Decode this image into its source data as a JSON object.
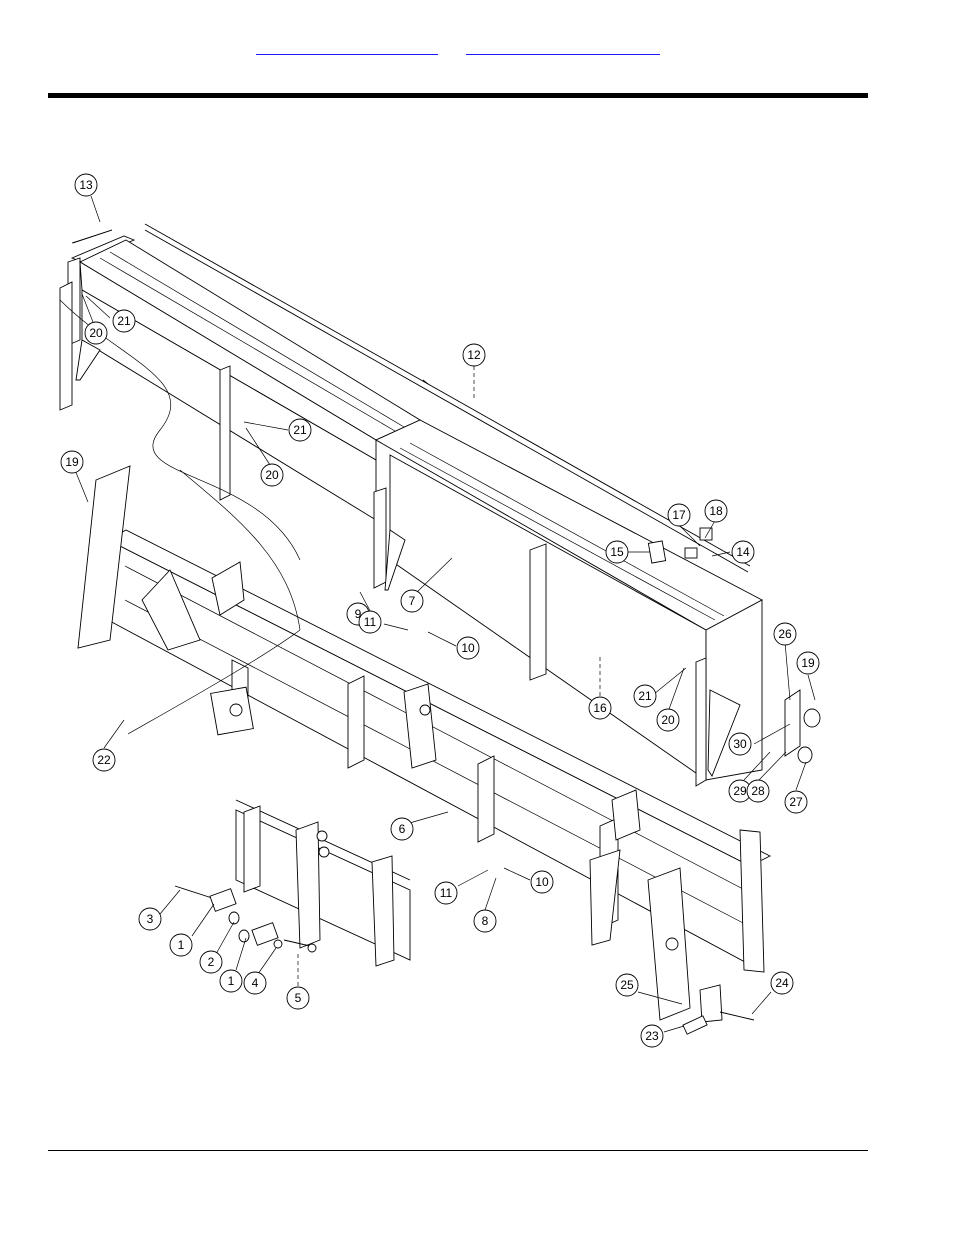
{
  "header": {
    "link_left": "",
    "link_right": ""
  },
  "callouts": [
    {
      "id": "13",
      "label": "13"
    },
    {
      "id": "21a",
      "label": "21"
    },
    {
      "id": "20a",
      "label": "20"
    },
    {
      "id": "12",
      "label": "12"
    },
    {
      "id": "21b",
      "label": "21"
    },
    {
      "id": "20b",
      "label": "20"
    },
    {
      "id": "19a",
      "label": "19"
    },
    {
      "id": "17",
      "label": "17"
    },
    {
      "id": "18",
      "label": "18"
    },
    {
      "id": "15",
      "label": "15"
    },
    {
      "id": "14",
      "label": "14"
    },
    {
      "id": "7",
      "label": "7"
    },
    {
      "id": "9",
      "label": "9"
    },
    {
      "id": "11a",
      "label": "11"
    },
    {
      "id": "10a",
      "label": "10"
    },
    {
      "id": "26",
      "label": "26"
    },
    {
      "id": "19b",
      "label": "19"
    },
    {
      "id": "21c",
      "label": "21"
    },
    {
      "id": "20c",
      "label": "20"
    },
    {
      "id": "16",
      "label": "16"
    },
    {
      "id": "30",
      "label": "30"
    },
    {
      "id": "22",
      "label": "22"
    },
    {
      "id": "29",
      "label": "29"
    },
    {
      "id": "28",
      "label": "28"
    },
    {
      "id": "27",
      "label": "27"
    },
    {
      "id": "6",
      "label": "6"
    },
    {
      "id": "11b",
      "label": "11"
    },
    {
      "id": "10b",
      "label": "10"
    },
    {
      "id": "8",
      "label": "8"
    },
    {
      "id": "3",
      "label": "3"
    },
    {
      "id": "1a",
      "label": "1"
    },
    {
      "id": "2",
      "label": "2"
    },
    {
      "id": "1b",
      "label": "1"
    },
    {
      "id": "4",
      "label": "4"
    },
    {
      "id": "5",
      "label": "5"
    },
    {
      "id": "25",
      "label": "25"
    },
    {
      "id": "24",
      "label": "24"
    },
    {
      "id": "23",
      "label": "23"
    }
  ]
}
